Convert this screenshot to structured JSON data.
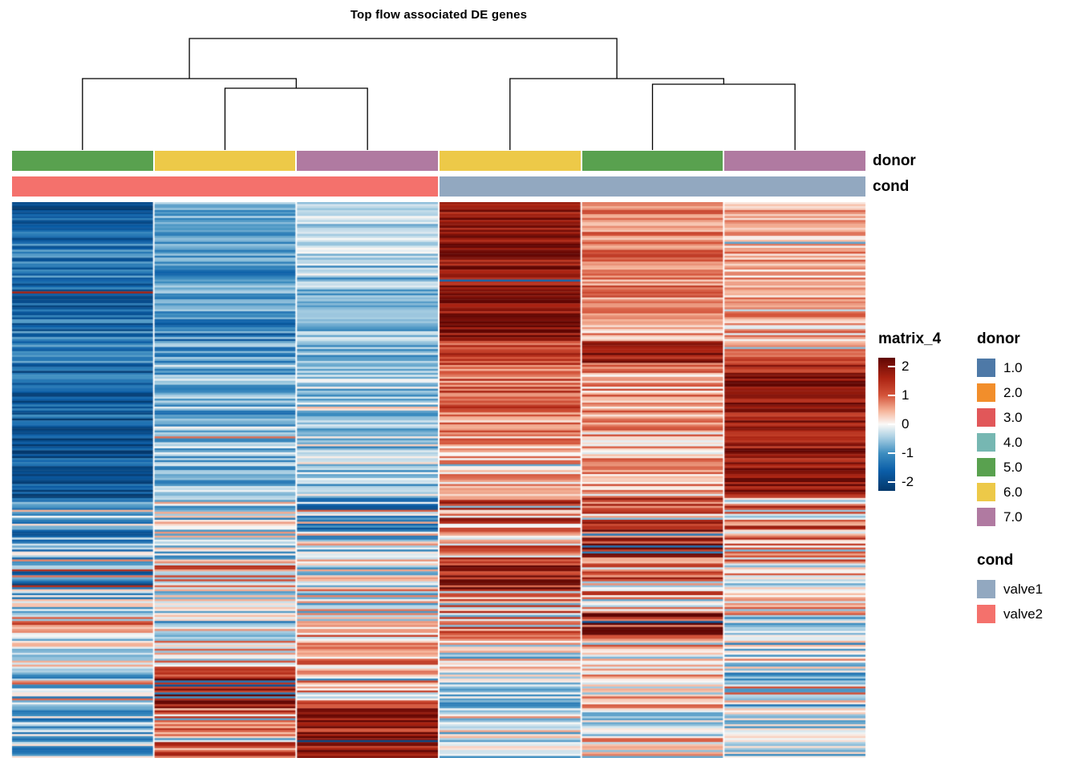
{
  "title": "Top flow associated DE genes",
  "annotation_labels": {
    "donor": "donor",
    "cond": "cond"
  },
  "legends": {
    "matrix": {
      "title": "matrix_4",
      "ticks": [
        "2",
        "1",
        "0",
        "-1",
        "-2"
      ]
    },
    "donor": {
      "title": "donor",
      "items": [
        {
          "label": "1.0",
          "color": "#4E79A7"
        },
        {
          "label": "2.0",
          "color": "#F28E2B"
        },
        {
          "label": "3.0",
          "color": "#E15759"
        },
        {
          "label": "4.0",
          "color": "#76B7B2"
        },
        {
          "label": "5.0",
          "color": "#59A14F"
        },
        {
          "label": "6.0",
          "color": "#EDC948"
        },
        {
          "label": "7.0",
          "color": "#B07AA1"
        }
      ]
    },
    "cond": {
      "title": "cond",
      "items": [
        {
          "label": "valve1",
          "color": "#92A8C0"
        },
        {
          "label": "valve2",
          "color": "#F4716C"
        }
      ]
    }
  },
  "chart_data": {
    "type": "heatmap",
    "title": "Top flow associated DE genes",
    "value_range": [
      -2,
      2
    ],
    "legend_title": "matrix_4",
    "columns": [
      {
        "donor": "5.0",
        "cond": "valve2",
        "donor_color": "#59A14F",
        "cond_color": "#F4716C"
      },
      {
        "donor": "6.0",
        "cond": "valve2",
        "donor_color": "#EDC948",
        "cond_color": "#F4716C"
      },
      {
        "donor": "7.0",
        "cond": "valve2",
        "donor_color": "#B07AA1",
        "cond_color": "#F4716C"
      },
      {
        "donor": "6.0",
        "cond": "valve1",
        "donor_color": "#EDC948",
        "cond_color": "#92A8C0"
      },
      {
        "donor": "5.0",
        "cond": "valve1",
        "donor_color": "#59A14F",
        "cond_color": "#92A8C0"
      },
      {
        "donor": "7.0",
        "cond": "valve1",
        "donor_color": "#B07AA1",
        "cond_color": "#92A8C0"
      }
    ],
    "dendrogram": {
      "structure": "((col1,(col2,col3)),(col4,(col5,col6)))",
      "tree": {
        "y": 3,
        "children": [
          {
            "y": 53,
            "children": [
              {
                "leaf": 0
              },
              {
                "y": 65,
                "children": [
                  {
                    "leaf": 1
                  },
                  {
                    "leaf": 2
                  }
                ]
              }
            ]
          },
          {
            "y": 53,
            "children": [
              {
                "leaf": 3
              },
              {
                "y": 60,
                "children": [
                  {
                    "leaf": 4
                  },
                  {
                    "leaf": 5
                  }
                ]
              }
            ]
          }
        ]
      }
    },
    "colormap_stops": [
      {
        "v": -2.3,
        "c": "#04386B"
      },
      {
        "v": -1.6,
        "c": "#0B5EA8"
      },
      {
        "v": -1.0,
        "c": "#3E8EC0"
      },
      {
        "v": -0.45,
        "c": "#AACFE3"
      },
      {
        "v": 0.0,
        "c": "#FAF9F7"
      },
      {
        "v": 0.45,
        "c": "#F6B69C"
      },
      {
        "v": 1.0,
        "c": "#D4543A"
      },
      {
        "v": 1.6,
        "c": "#AB2312"
      },
      {
        "v": 2.3,
        "c": "#600603"
      }
    ],
    "n_rows": 280,
    "row_blocks": [
      {
        "rows": 4,
        "means": [
          -2.0,
          -0.6,
          -0.35,
          1.95,
          0.5,
          0.3
        ],
        "noise": 0.25,
        "flip": 0.0
      },
      {
        "rows": 16,
        "means": [
          -1.5,
          -0.75,
          -0.5,
          1.8,
          0.7,
          0.45
        ],
        "noise": 0.35,
        "flip": 0.01
      },
      {
        "rows": 18,
        "means": [
          -1.35,
          -1.0,
          -0.55,
          1.9,
          0.85,
          0.55
        ],
        "noise": 0.4,
        "flip": 0.02
      },
      {
        "rows": 20,
        "means": [
          -1.6,
          -0.8,
          -0.65,
          1.9,
          0.8,
          0.6
        ],
        "noise": 0.35,
        "flip": 0.02
      },
      {
        "rows": 12,
        "means": [
          -1.4,
          -1.15,
          -0.5,
          2.0,
          0.7,
          0.5
        ],
        "noise": 0.45,
        "flip": 0.03
      },
      {
        "rows": 11,
        "means": [
          -1.3,
          -0.9,
          -0.6,
          1.15,
          1.8,
          0.9
        ],
        "noise": 0.4,
        "flip": 0.03
      },
      {
        "rows": 28,
        "means": [
          -1.6,
          -0.8,
          -0.45,
          1.0,
          0.6,
          1.8
        ],
        "noise": 0.45,
        "flip": 0.03
      },
      {
        "rows": 40,
        "means": [
          -1.9,
          -0.6,
          -0.5,
          0.55,
          0.45,
          1.9
        ],
        "noise": 0.45,
        "flip": 0.04
      },
      {
        "rows": 16,
        "means": [
          -0.8,
          -0.45,
          -0.9,
          0.9,
          1.0,
          0.8
        ],
        "noise": 0.7,
        "flip": 0.08
      },
      {
        "rows": 16,
        "means": [
          -0.9,
          -0.3,
          -0.3,
          0.8,
          1.5,
          0.6
        ],
        "noise": 0.7,
        "flip": 0.08
      },
      {
        "rows": 14,
        "means": [
          -1.2,
          0.45,
          -0.2,
          1.7,
          0.8,
          0.25
        ],
        "noise": 0.75,
        "flip": 0.1
      },
      {
        "rows": 12,
        "means": [
          -0.35,
          -0.2,
          -0.1,
          0.6,
          0.6,
          0.3
        ],
        "noise": 0.7,
        "flip": 0.1
      },
      {
        "rows": 14,
        "means": [
          0.3,
          -0.2,
          0.1,
          0.45,
          1.7,
          -0.1
        ],
        "noise": 0.75,
        "flip": 0.1
      },
      {
        "rows": 14,
        "means": [
          -0.5,
          0.25,
          0.4,
          -0.3,
          0.4,
          -0.25
        ],
        "noise": 0.75,
        "flip": 0.1
      },
      {
        "rows": 20,
        "means": [
          -0.6,
          1.6,
          0.7,
          -0.5,
          0.2,
          -0.7
        ],
        "noise": 0.55,
        "flip": 0.08
      },
      {
        "rows": 25,
        "means": [
          -0.7,
          0.8,
          1.9,
          -0.2,
          0.1,
          -0.55
        ],
        "noise": 0.65,
        "flip": 0.08
      }
    ]
  }
}
